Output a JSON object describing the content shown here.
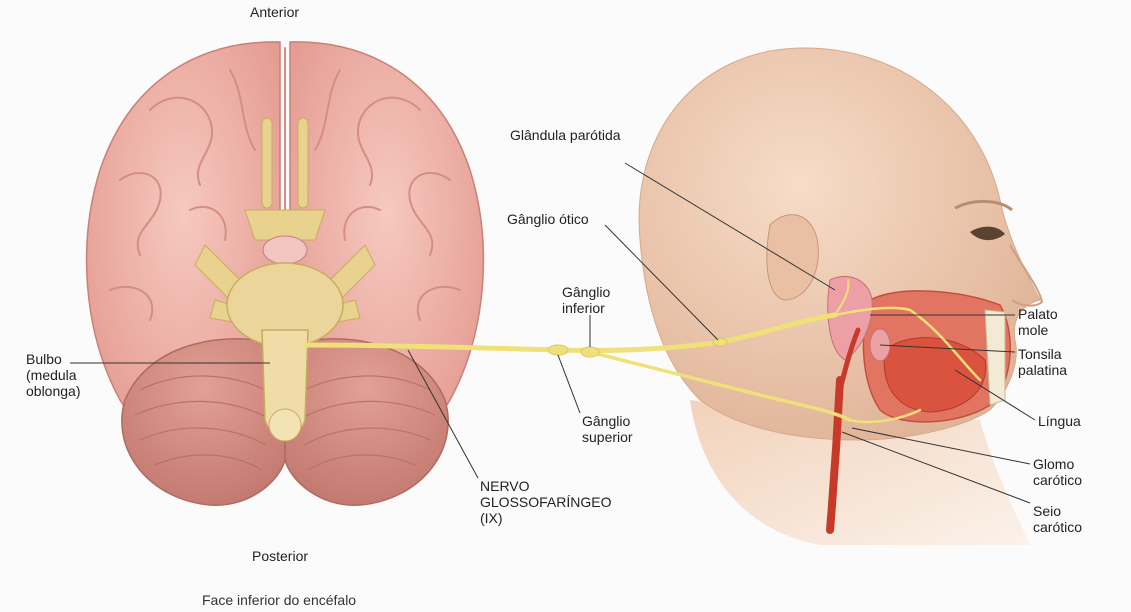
{
  "labels": {
    "anterior": "Anterior",
    "posterior": "Posterior",
    "caption": "Face inferior do encéfalo",
    "bulbo": "Bulbo\n(medula\noblonga)",
    "nervo": "NERVO\nGLOSSOFARÍNGEO\n(IX)",
    "ganglio_superior": "Gânglio\nsuperior",
    "ganglio_inferior": "Gânglio\ninferior",
    "ganglio_otico": "Gânglio ótico",
    "glandula_parotida": "Glândula parótida",
    "palato_mole": "Palato\nmole",
    "tonsila_palatina": "Tonsila\npalatina",
    "lingua": "Língua",
    "glomo_carotico": "Glomo\ncarótico",
    "seio_carotico": "Seio\ncarótico"
  },
  "colors": {
    "nerve": "#f2e88a",
    "nerve_outline": "#d9c860",
    "brain": "#f1b7ad",
    "brain_fold": "#d9928a",
    "cerebellum": "#d69187",
    "brainstem": "#ead7a4",
    "skin": "#f3d3bd",
    "skin_shadow": "#e2b79c",
    "muscle": "#e0614c",
    "artery": "#c73a2a",
    "gland": "#ec9fa5",
    "leader_line": "#333333"
  }
}
